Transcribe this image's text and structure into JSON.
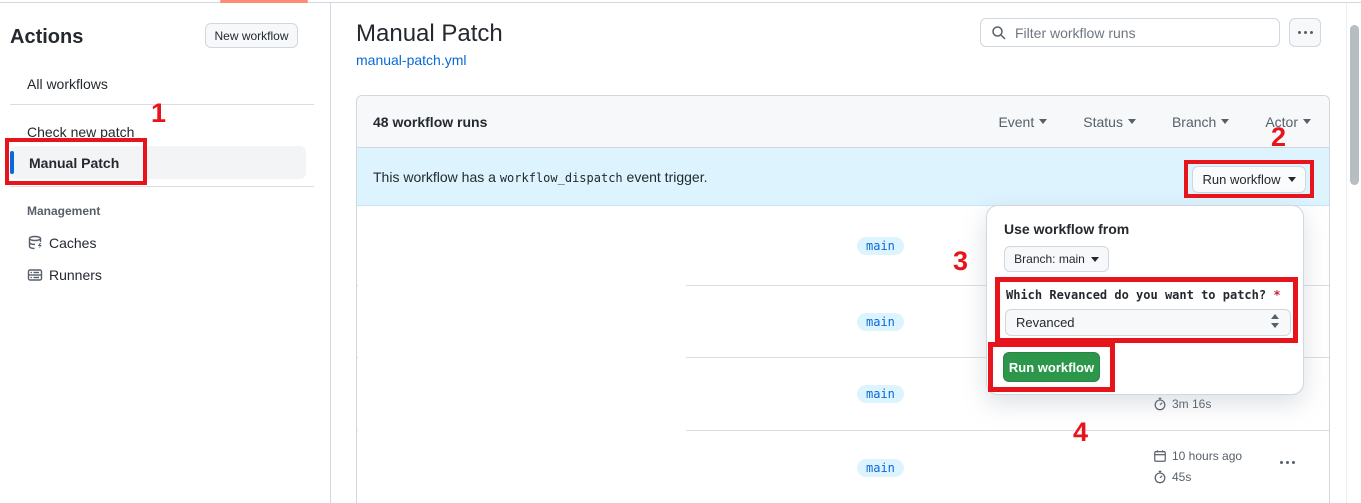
{
  "sidebar": {
    "title": "Actions",
    "new_workflow_button": "New workflow",
    "all_workflows": "All workflows",
    "workflows": [
      {
        "label": "Check new patch",
        "selected": false
      },
      {
        "label": "Manual Patch",
        "selected": true
      }
    ],
    "management_label": "Management",
    "management_items": [
      {
        "label": "Caches",
        "icon": "cache-database-icon"
      },
      {
        "label": "Runners",
        "icon": "runners-server-icon"
      }
    ]
  },
  "header": {
    "title": "Manual Patch",
    "file_link": "manual-patch.yml",
    "filter_placeholder": "Filter workflow runs"
  },
  "runs": {
    "count_label": "48 workflow runs",
    "filters": [
      "Event",
      "Status",
      "Branch",
      "Actor"
    ],
    "banner_text_before": "This workflow has a",
    "banner_code": "workflow_dispatch",
    "banner_text_after": "event trigger.",
    "run_workflow_button": "Run workflow",
    "rows": [
      {
        "branch": "main"
      },
      {
        "branch": "main"
      },
      {
        "branch": "main",
        "duration": "3m 16s"
      },
      {
        "branch": "main",
        "date": "10 hours ago",
        "duration": "45s"
      }
    ]
  },
  "dialog": {
    "heading": "Use workflow from",
    "branch_button": "Branch: main",
    "input_label": "Which Revanced do you want to patch?",
    "required_mark": "*",
    "input_value": "Revanced",
    "run_button": "Run workflow"
  },
  "annotations": {
    "step1": "1",
    "step2": "2",
    "step3": "3",
    "step4": "4"
  },
  "colors": {
    "accent_blue": "#0969da",
    "banner_blue": "#ddf4ff",
    "button_green": "#2c974b",
    "annotation_red": "#e8141c",
    "border_gray": "#d0d7de",
    "tab_orange": "#fd8c73"
  }
}
